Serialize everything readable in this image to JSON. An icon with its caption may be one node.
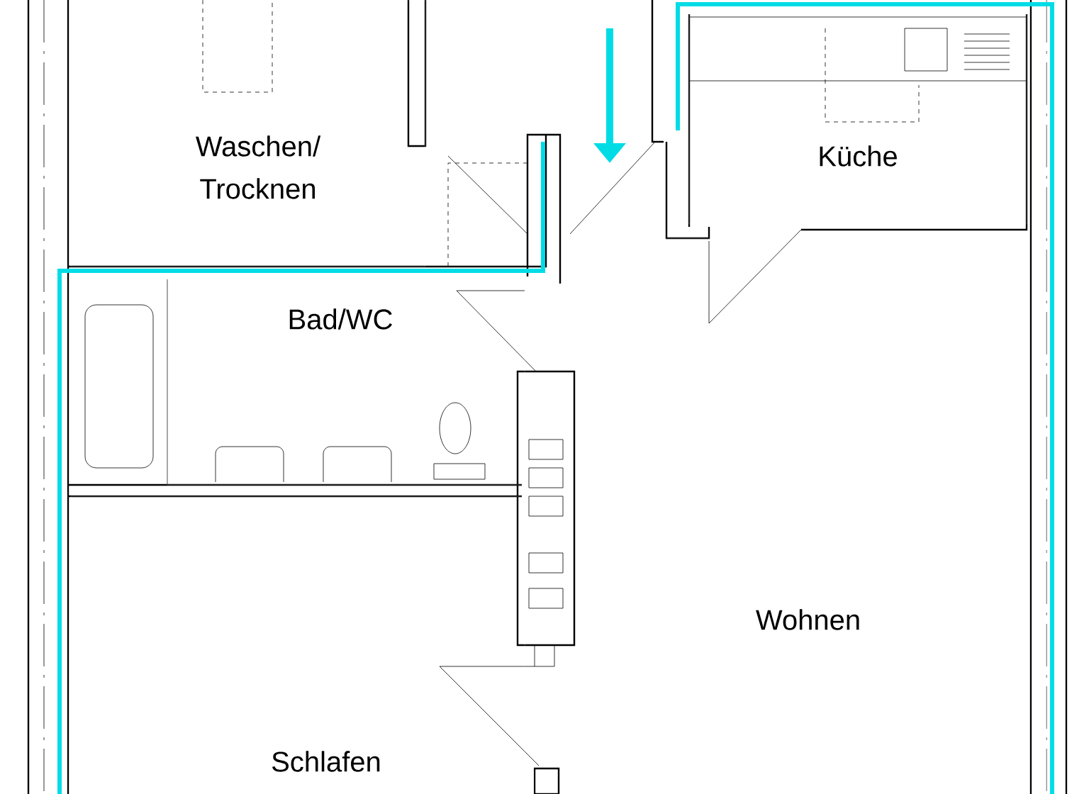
{
  "diagram": {
    "nodes": [
      {
        "text": [
          "Waschen/ Trocknen"
        ]
      },
      {
        "text": [
          "Küche"
        ]
      },
      {
        "text": [
          "Bad/WC"
        ]
      },
      {
        "text": [
          "Wohnen"
        ]
      },
      {
        "text": [
          "Schlafen"
        ]
      }
    ]
  }
}
